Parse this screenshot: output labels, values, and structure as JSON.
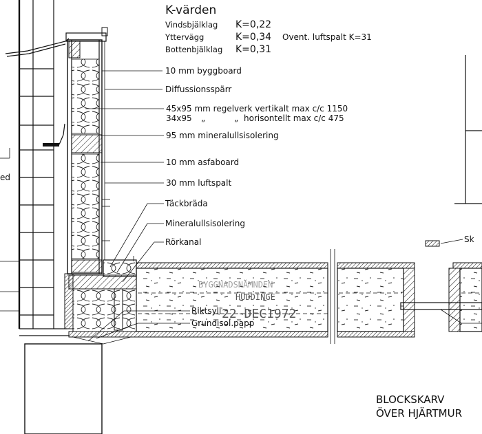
{
  "kvalues": {
    "heading": "K-värden",
    "rows": [
      {
        "name": "Vindsbjälklag",
        "value": "K=0,22",
        "extra": ""
      },
      {
        "name": "Yttervägg",
        "value": "K=0,34",
        "extra": "Ovent. luftspalt K=31"
      },
      {
        "name": "Bottenbjälklag",
        "value": "K=0,31",
        "extra": ""
      }
    ]
  },
  "layers": {
    "byggboard": "10 mm byggboard",
    "diffusion": "Diffussionsspärr",
    "regel1": "45x95 mm regelverk vertikalt max c/c 1150",
    "regel2_size": "34x95",
    "regel2_ditto1": "„",
    "regel2_ditto2": "„",
    "regel2_rest": "horisontellt max c/c 475",
    "mineralull95": "95 mm mineralullsisolering",
    "asfaboard": "10 mm asfaboard",
    "luftspalt": "30 mm luftspalt"
  },
  "details": {
    "tackbrada": "Täckbräda",
    "mineralull": "Mineralullsisolering",
    "rorkanal": "Rörkanal",
    "riktsyll": "Riktsyll",
    "grundisol": "Grundisol.papp"
  },
  "edge_labels": {
    "left_cut": "ed",
    "right_cut": "Sk"
  },
  "stamp": {
    "line1": "BYGGNADSNÄMNDEN",
    "line2": "HUDDINGE",
    "date": "22 DEC1972"
  },
  "title": {
    "line1": "BLOCKSKARV",
    "line2": "ÖVER HJÄRTMUR"
  }
}
